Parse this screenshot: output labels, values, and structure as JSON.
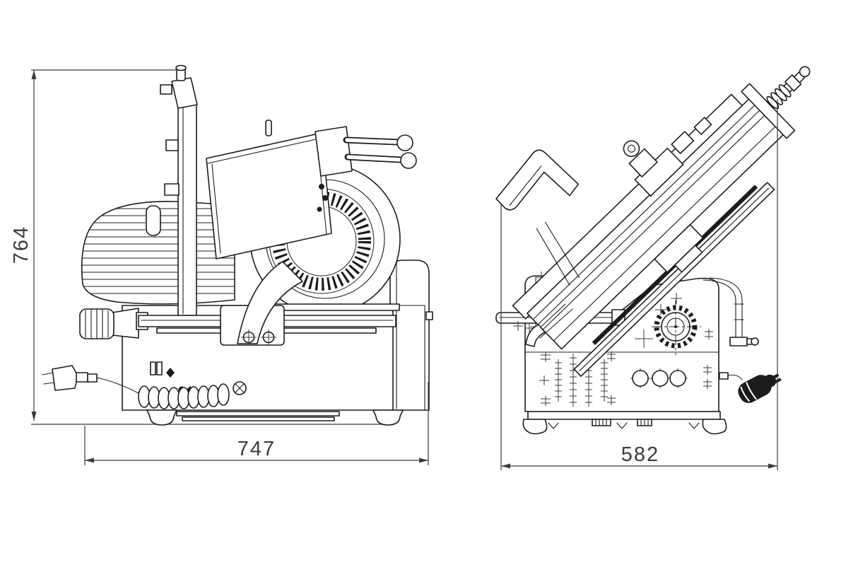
{
  "drawing": {
    "type": "technical-dimension-drawing",
    "subject": "commercial slicer, two orthographic views",
    "views": {
      "left": "side-view",
      "right": "front-view"
    }
  },
  "dimensions": {
    "overall_height": "764",
    "side_view_width": "747",
    "front_view_width": "582"
  },
  "colors": {
    "background": "#ffffff",
    "machine_line": "#1c1c1c",
    "dimension_line": "#3a3a3a",
    "dimension_text": "#3b3b3b"
  }
}
